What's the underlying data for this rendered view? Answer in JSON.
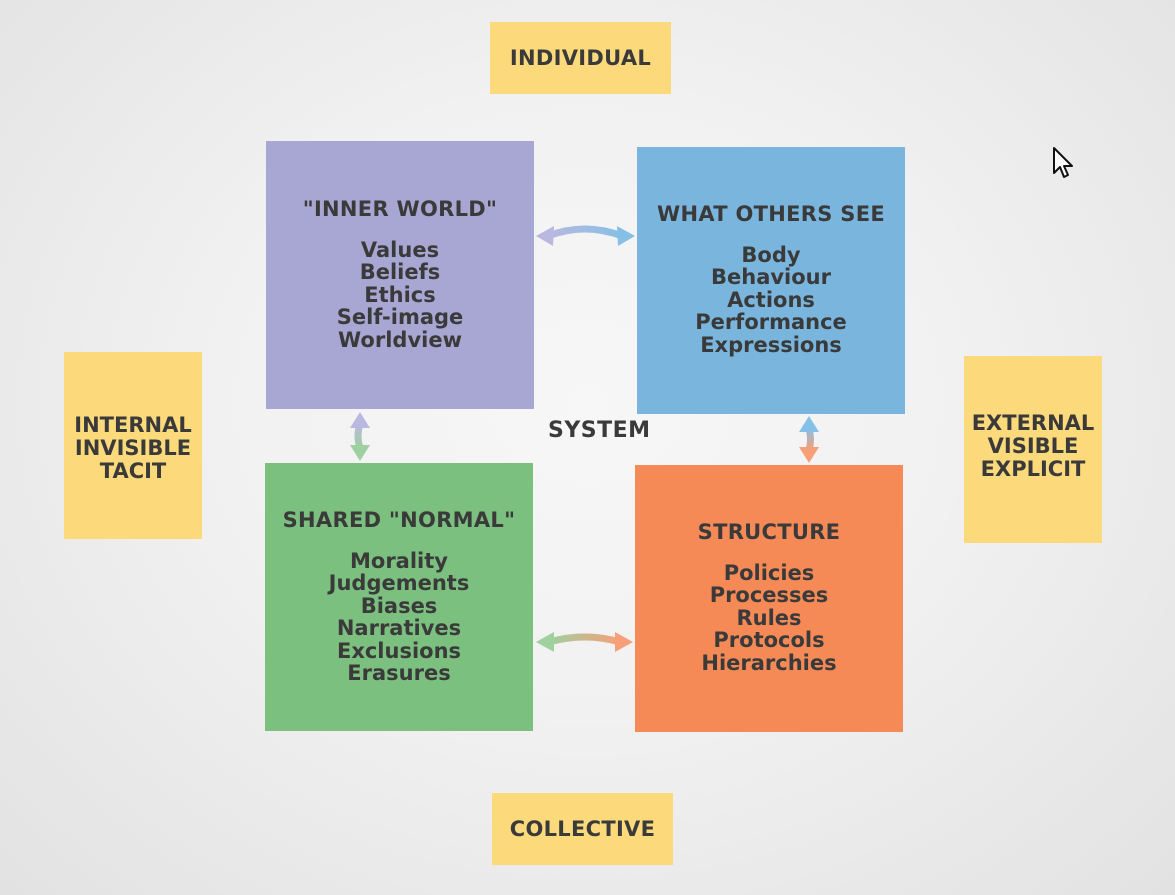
{
  "axes": {
    "top": "INDIVIDUAL",
    "bottom": "COLLECTIVE",
    "left": [
      "INTERNAL",
      "INVISIBLE",
      "TACIT"
    ],
    "right": [
      "EXTERNAL",
      "VISIBLE",
      "EXPLICIT"
    ]
  },
  "center_label": "SYSTEM",
  "quadrants": {
    "inner_world": {
      "title": "\"INNER WORLD\"",
      "items": [
        "Values",
        "Beliefs",
        "Ethics",
        "Self-image",
        "Worldview"
      ],
      "color": "#a8a7d4"
    },
    "what_others_see": {
      "title": "WHAT OTHERS SEE",
      "items": [
        "Body",
        "Behaviour",
        "Actions",
        "Performance",
        "Expressions"
      ],
      "color": "#79b5dd"
    },
    "shared_normal": {
      "title": "SHARED \"NORMAL\"",
      "items": [
        "Morality",
        "Judgements",
        "Biases",
        "Narratives",
        "Exclusions",
        "Erasures"
      ],
      "color": "#7cc080"
    },
    "structure": {
      "title": "STRUCTURE",
      "items": [
        "Policies",
        "Processes",
        "Rules",
        "Protocols",
        "Hierarchies"
      ],
      "color": "#f68a57"
    }
  },
  "colors": {
    "label_bg": "#fcd97a",
    "text": "#3a3a3a"
  }
}
